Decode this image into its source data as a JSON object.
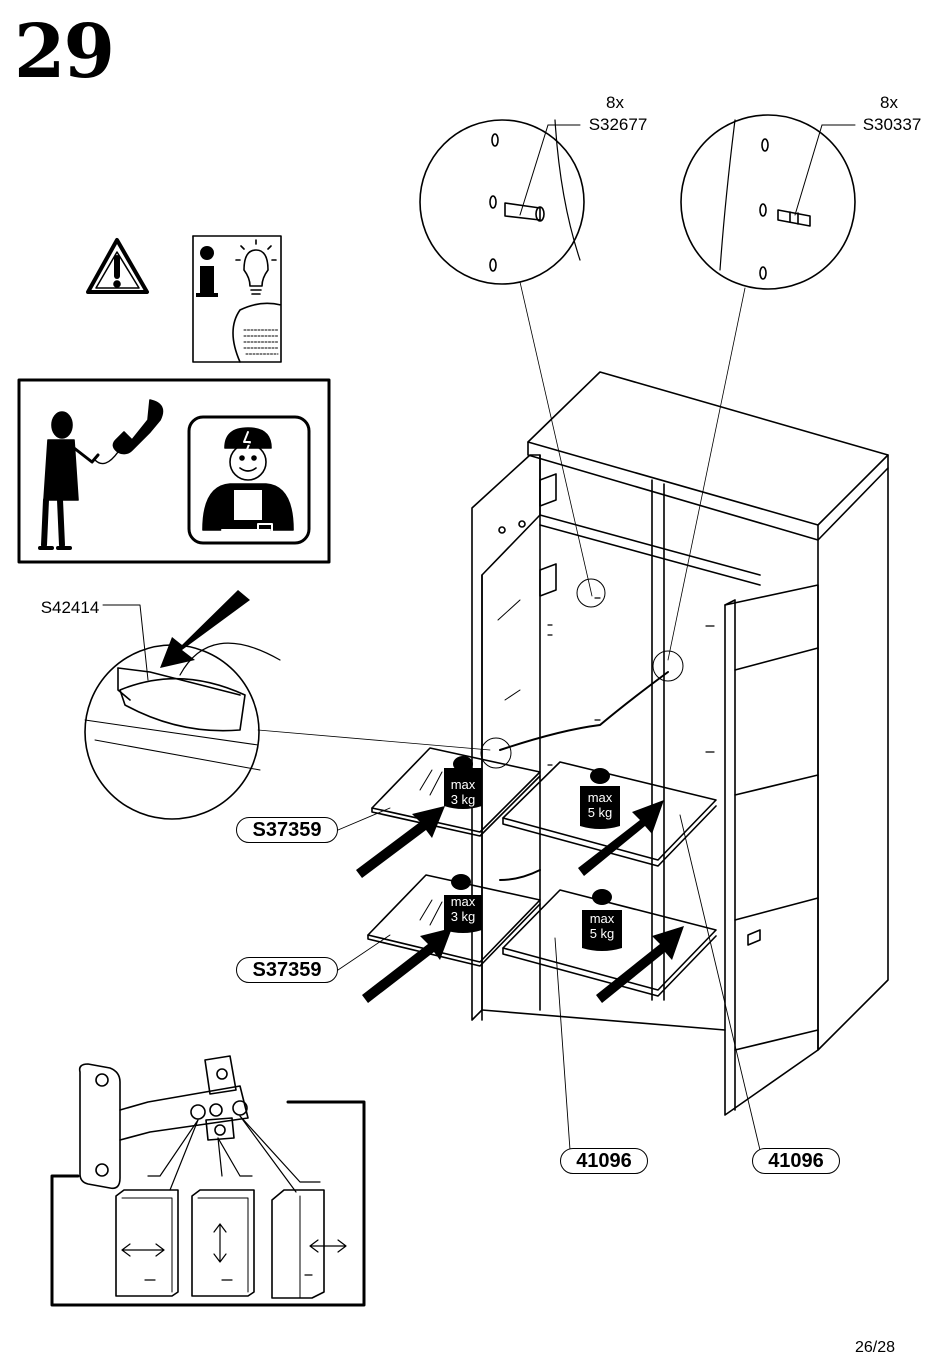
{
  "step": "29",
  "page": "26/28",
  "callouts": {
    "connector_a": {
      "qty": "8x",
      "code": "S32677"
    },
    "connector_b": {
      "qty": "8x",
      "code": "S30337"
    },
    "hinge_bumper": "S42414"
  },
  "parts": {
    "glass_shelf_upper": "S37359",
    "glass_shelf_lower": "S37359",
    "shelf_a": "41096",
    "shelf_b": "41096"
  },
  "weights": [
    {
      "line1": "max",
      "line2": "3 kg"
    },
    {
      "line1": "max",
      "line2": "5 kg"
    },
    {
      "line1": "max",
      "line2": "3 kg"
    },
    {
      "line1": "max",
      "line2": "5 kg"
    }
  ],
  "icons": [
    "warning-icon",
    "info-icon",
    "phone-help-icon",
    "electrician-icon",
    "hinge-adjust-icon"
  ]
}
